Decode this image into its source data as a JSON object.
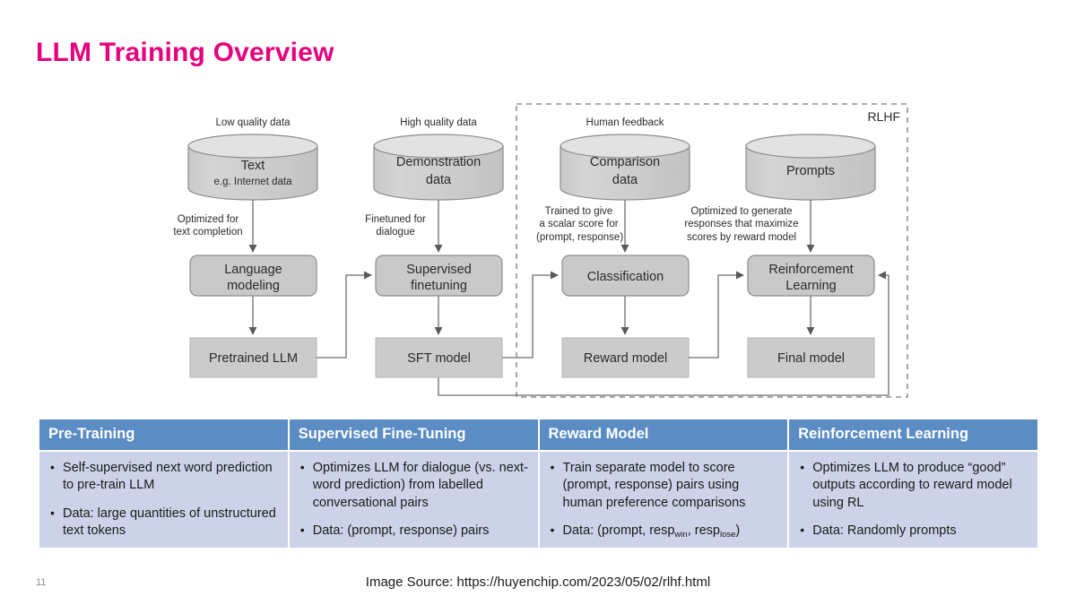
{
  "slide": {
    "title": "LLM Training Overview",
    "title_color": "#e6007e",
    "page_number": "11",
    "source": "Image Source: https://huyenchip.com/2023/05/02/rlhf.html"
  },
  "diagram": {
    "rlhf_label": "RLHF",
    "datasets": [
      {
        "caption": "Low quality data",
        "title": "Text",
        "subtitle": "e.g. Internet data"
      },
      {
        "caption": "High quality data",
        "title": "Demonstration",
        "subtitle": "data"
      },
      {
        "caption": "Human feedback",
        "title": "Comparison",
        "subtitle": "data"
      },
      {
        "caption": "",
        "title": "Prompts",
        "subtitle": ""
      }
    ],
    "edge_labels": [
      "Optimized for\ntext completion",
      "Finetuned for\ndialogue",
      "Trained to give\na scalar score for\n(prompt, response)",
      "Optimized to generate\nresponses that maximize\nscores by reward model"
    ],
    "stages": [
      {
        "process": "Language\nmodeling",
        "artifact": "Pretrained LLM"
      },
      {
        "process": "Supervised\nfinetuning",
        "artifact": "SFT model"
      },
      {
        "process": "Classification",
        "artifact": "Reward model"
      },
      {
        "process": "Reinforcement\nLearning",
        "artifact": "Final model"
      }
    ]
  },
  "table": {
    "header_bg": "#5b8cc4",
    "cell_bg": "#ccd3e8",
    "columns": [
      {
        "header": "Pre-Training",
        "bullets": [
          "Self-supervised next word prediction to pre-train LLM",
          "Data: large quantities of unstructured text tokens"
        ]
      },
      {
        "header": "Supervised Fine-Tuning",
        "bullets": [
          "Optimizes LLM for dialogue (vs. next-word prediction) from labelled conversational pairs",
          "Data: (prompt, response) pairs"
        ]
      },
      {
        "header": "Reward Model",
        "bullets": [
          "Train separate model to score (prompt, response) pairs using human preference comparisons",
          "Data: (prompt, resp<sub>win</sub>, resp<sub>lose</sub>)"
        ]
      },
      {
        "header": "Reinforcement Learning",
        "bullets": [
          "Optimizes LLM to produce “good” outputs according to reward model using RL",
          "Data: Randomly prompts"
        ]
      }
    ]
  }
}
